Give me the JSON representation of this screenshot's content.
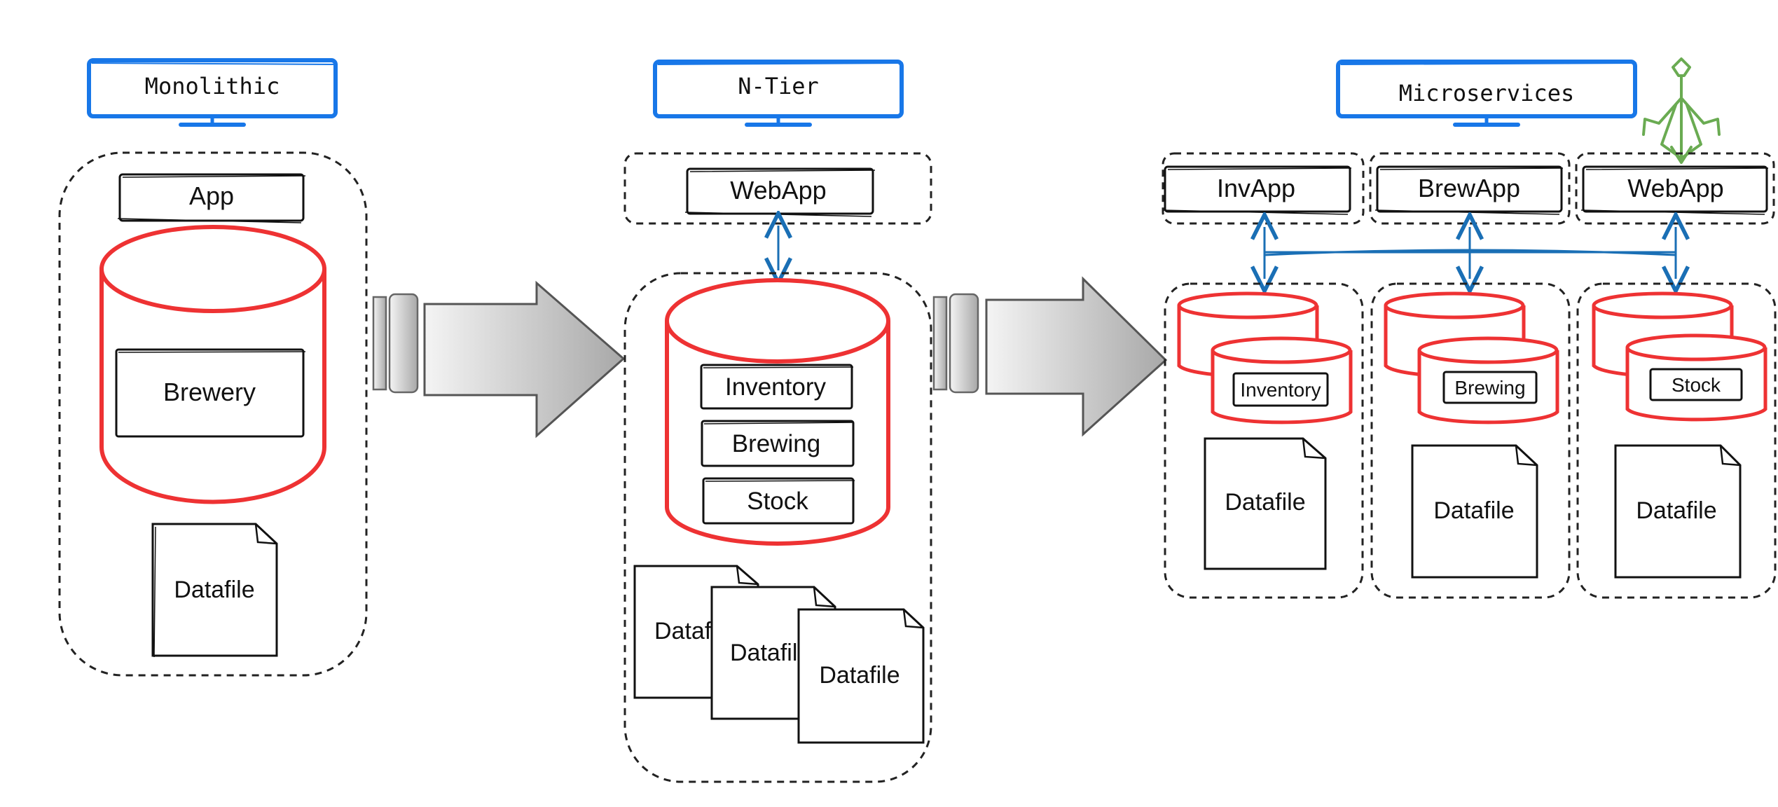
{
  "colors": {
    "monitor": "#1877e8",
    "database": "#ee3233",
    "arrow_link": "#1a6fb5",
    "gateway_icon": "#6aab52",
    "stroke": "#111111",
    "arrow_fill_light": "#f4f4f4",
    "arrow_fill_dark": "#a8a8a8"
  },
  "icons": {
    "monitor": "monitor-icon",
    "database": "database-cylinder-icon",
    "document": "document-icon",
    "gateway": "api-gateway-icon",
    "transition_arrow": "big-right-arrow-icon"
  },
  "monolithic": {
    "title": "Monolithic",
    "app": "App",
    "database": "Brewery",
    "datafile": "Datafile"
  },
  "ntier": {
    "title": "N-Tier",
    "webapp": "WebApp",
    "schemas": [
      "Inventory",
      "Brewing",
      "Stock"
    ],
    "datafiles": [
      "Datafile",
      "Datafile",
      "Datafile"
    ]
  },
  "microservices": {
    "title": "Microservices",
    "services": [
      {
        "app": "InvApp",
        "schema": "Inventory",
        "datafile": "Datafile"
      },
      {
        "app": "BrewApp",
        "schema": "Brewing",
        "datafile": "Datafile"
      },
      {
        "app": "WebApp",
        "schema": "Stock",
        "datafile": "Datafile"
      }
    ]
  }
}
